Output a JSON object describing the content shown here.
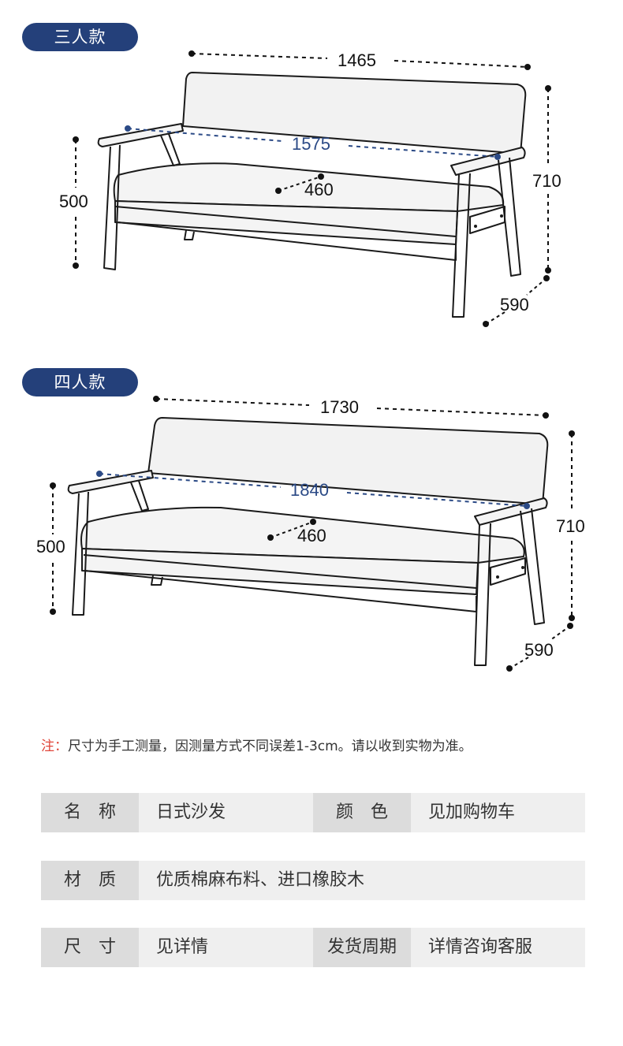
{
  "sections": [
    {
      "title": "三人款",
      "width": "1465",
      "length": "1575",
      "seat_depth": "460",
      "height_left": "500",
      "height_right": "710",
      "depth": "590"
    },
    {
      "title": "四人款",
      "width": "1730",
      "length": "1840",
      "seat_depth": "460",
      "height_left": "500",
      "height_right": "710",
      "depth": "590"
    }
  ],
  "note": {
    "label": "注：",
    "text": "尺寸为手工测量，因测量方式不同误差1-3cm。请以收到实物为准。"
  },
  "specs": {
    "name_label": "名　称",
    "name_value": "日式沙发",
    "color_label": "颜　色",
    "color_value": "见加购物车",
    "material_label": "材　质",
    "material_value": "优质棉麻布料、进口橡胶木",
    "size_label": "尺　寸",
    "size_value": "见详情",
    "shipping_label": "发货周期",
    "shipping_value": "详情咨询客服"
  },
  "colors": {
    "pill": "#24407a",
    "blue_dimension": "#2b4a86",
    "note_label": "#e0463a",
    "label_cell": "#dcdcdc",
    "value_cell": "#efefef"
  }
}
